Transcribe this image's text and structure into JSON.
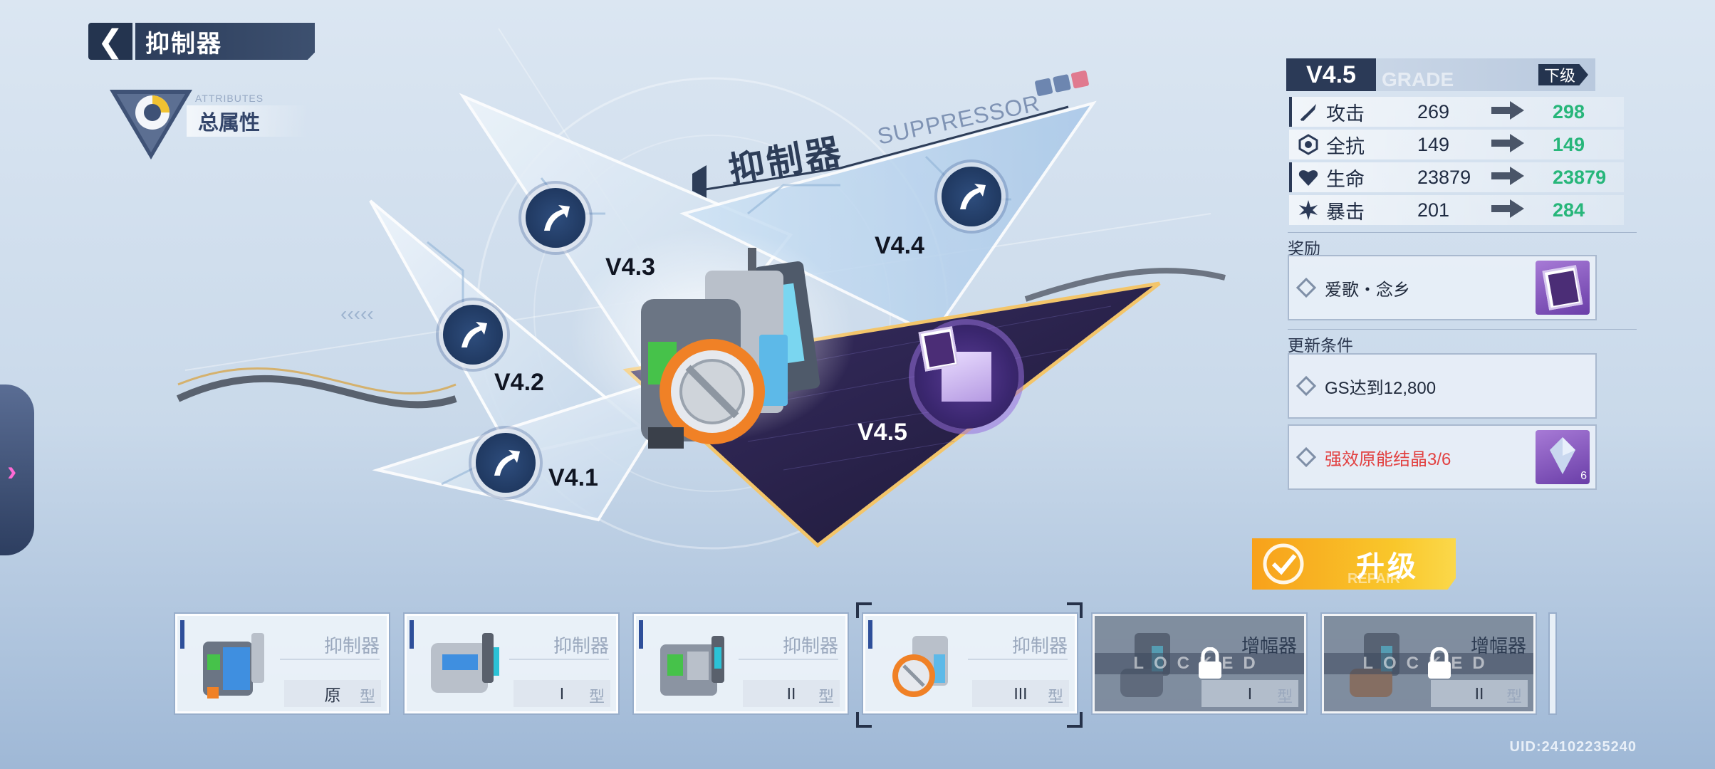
{
  "header": {
    "back_icon": "chevron-left-icon",
    "title": "抑制器"
  },
  "attributes": {
    "en": "ATTRIBUTES",
    "label": "总属性"
  },
  "stage": {
    "title_cn": "抑制器",
    "title_en": "SUPPRESSOR",
    "versions": [
      {
        "label": "V4.1"
      },
      {
        "label": "V4.2"
      },
      {
        "label": "V4.3"
      },
      {
        "label": "V4.4"
      },
      {
        "label": "V4.5"
      }
    ]
  },
  "grade": {
    "value": "V4.5",
    "ghost": "GRADE",
    "next_label": "下级"
  },
  "stats": [
    {
      "icon": "sword-icon",
      "name": "攻击",
      "current": "269",
      "next": "298"
    },
    {
      "icon": "shield-icon",
      "name": "全抗",
      "current": "149",
      "next": "149"
    },
    {
      "icon": "heart-icon",
      "name": "生命",
      "current": "23879",
      "next": "23879"
    },
    {
      "icon": "burst-icon",
      "name": "暴击",
      "current": "201",
      "next": "284"
    }
  ],
  "reward": {
    "title": "奖励",
    "item": "爱歌・念乡"
  },
  "conditions": {
    "title": "更新条件",
    "items": [
      {
        "text": "GS达到12,800"
      },
      {
        "text": "强效原能结晶3/6",
        "count": "6"
      }
    ]
  },
  "upgrade": {
    "label": "升级",
    "ghost": "REPAIR"
  },
  "slots": [
    {
      "name": "抑制器",
      "tier": "原",
      "suffix": "型",
      "locked": false
    },
    {
      "name": "抑制器",
      "tier": "I",
      "suffix": "型",
      "locked": false
    },
    {
      "name": "抑制器",
      "tier": "II",
      "suffix": "型",
      "locked": false
    },
    {
      "name": "抑制器",
      "tier": "III",
      "suffix": "型",
      "locked": false
    },
    {
      "name": "增幅器",
      "tier": "I",
      "suffix": "型",
      "locked": true,
      "lock_text": "LOCKED"
    },
    {
      "name": "增幅器",
      "tier": "II",
      "suffix": "型",
      "locked": true,
      "lock_text": "LOCKED"
    }
  ],
  "uid": "UID:24102235240",
  "colors": {
    "accent_green": "#27b67a",
    "upgrade_orange": "#f8a11b",
    "panel_dark": "#2b3a57",
    "warning_red": "#e24141"
  }
}
